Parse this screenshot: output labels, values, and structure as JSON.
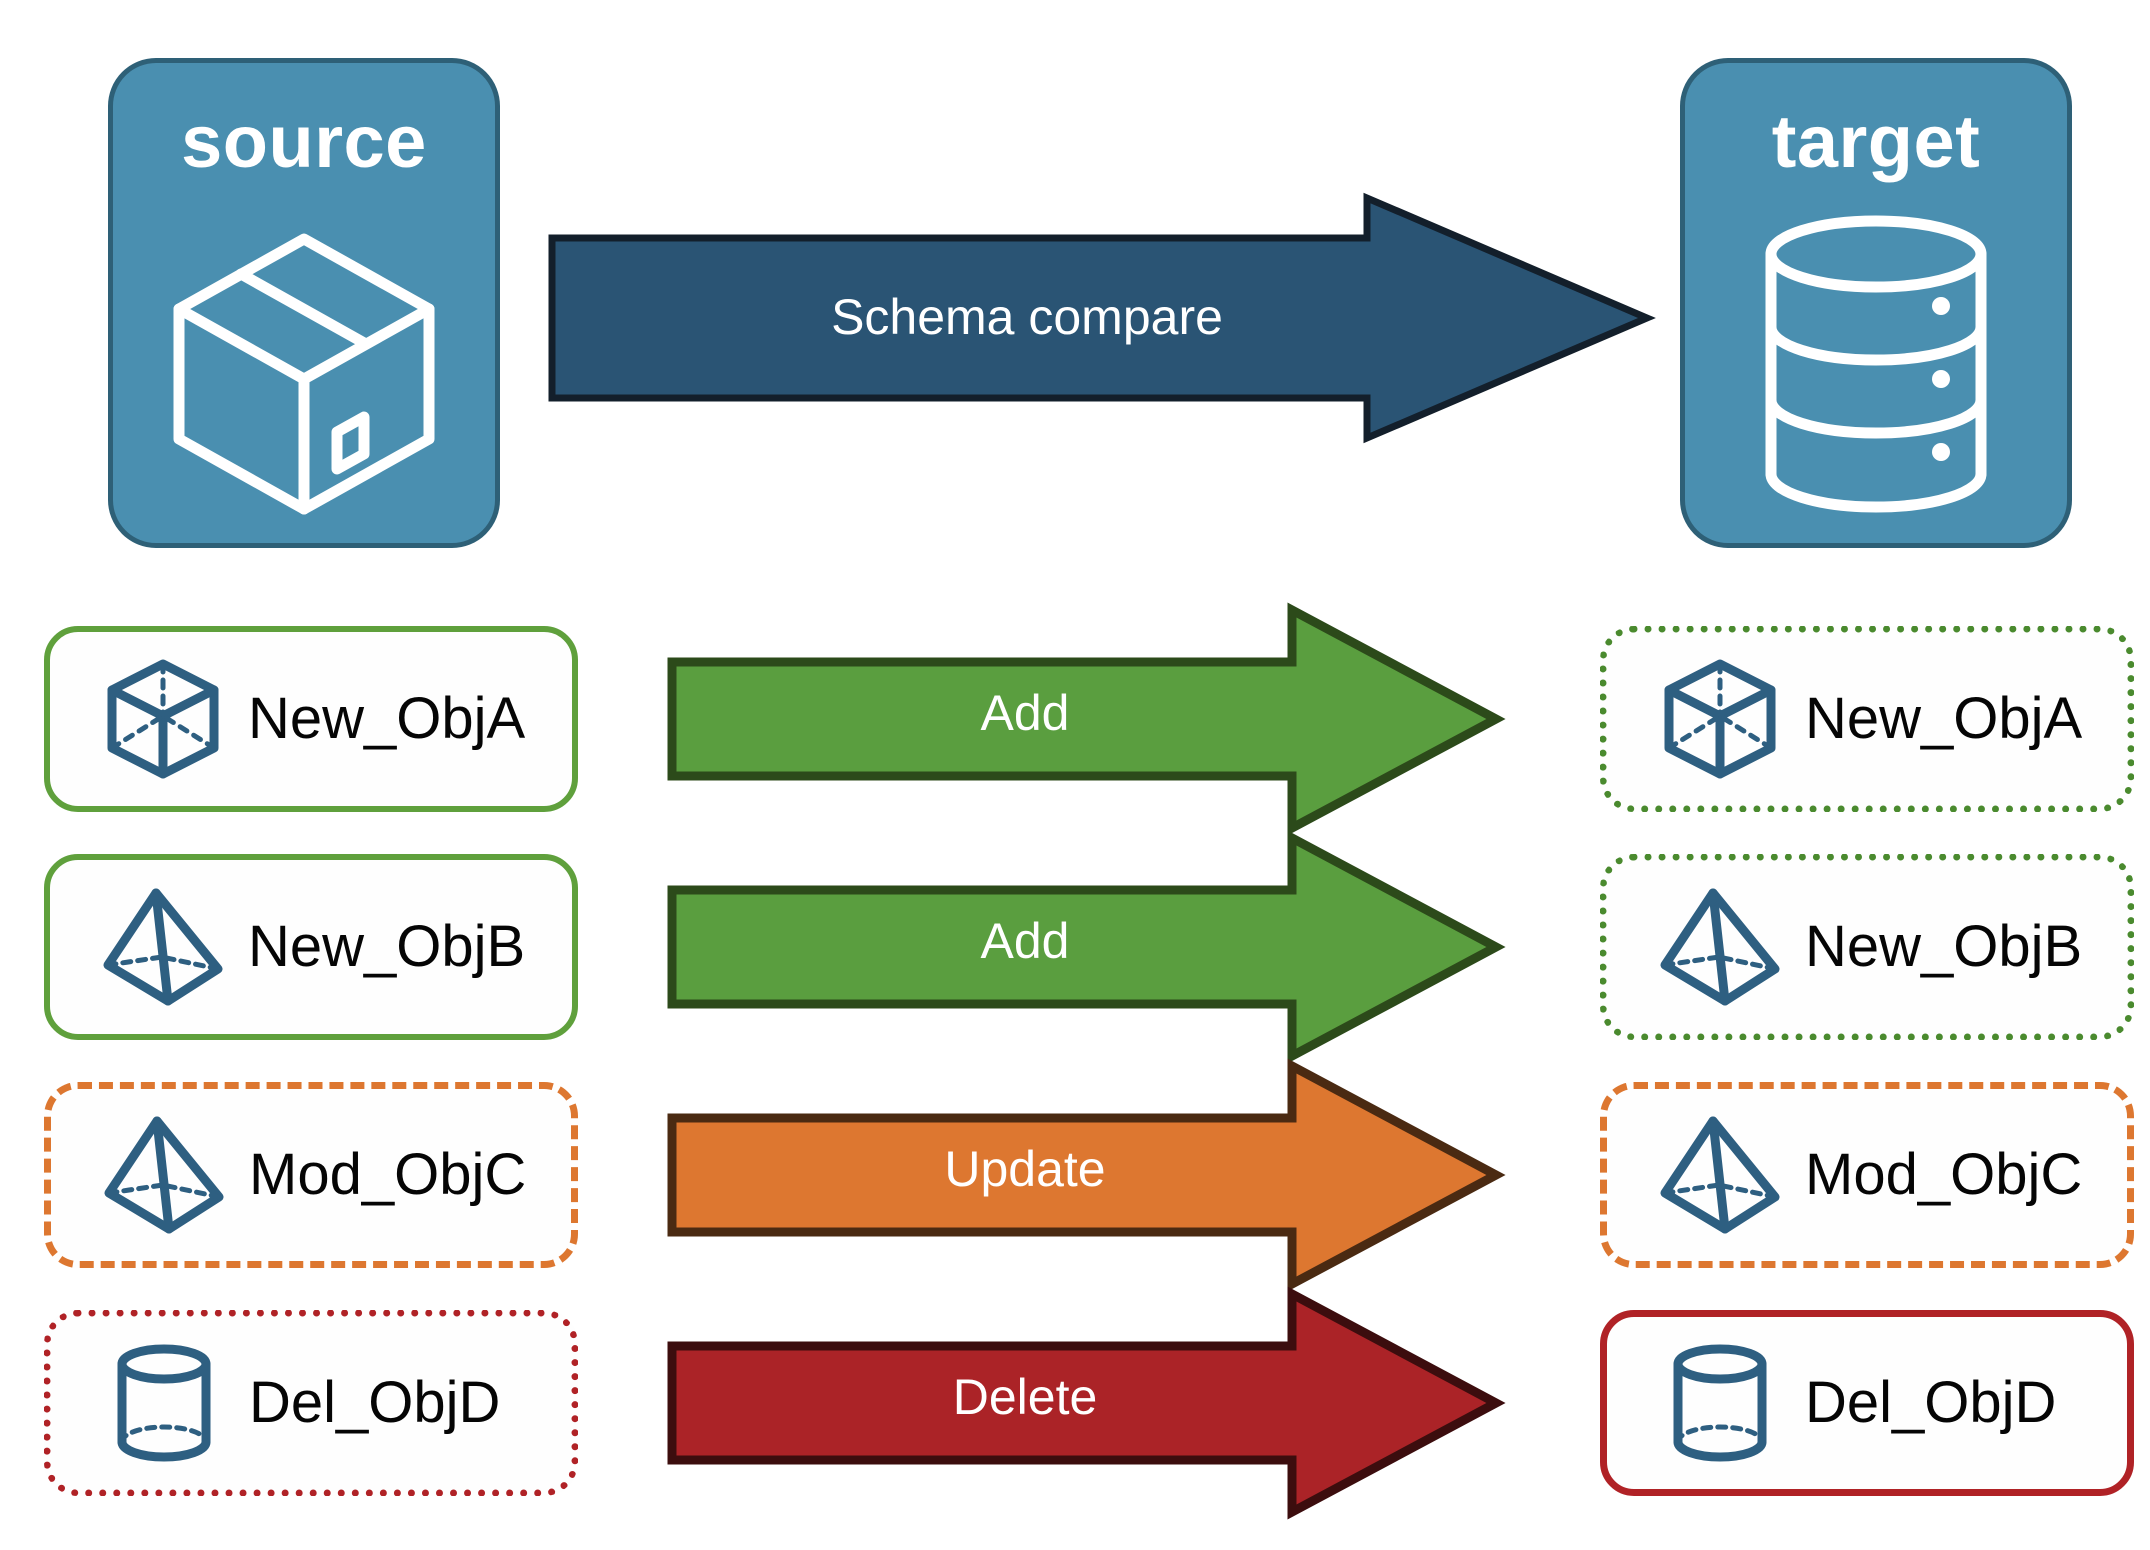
{
  "diagram": {
    "title_hidden": "",
    "endpoints": [
      {
        "id": "source",
        "label": "source",
        "icon": "package-box-icon",
        "fill": "#4a8fb0",
        "stroke": "#2e6077"
      },
      {
        "id": "target",
        "label": "target",
        "icon": "database-cylinder-icon",
        "fill": "#4a8fb0",
        "stroke": "#2e6077"
      }
    ],
    "main_arrow": {
      "label": "Schema compare",
      "fill": "#2a5474",
      "stroke": "#131f2b",
      "text_color": "#ffffff",
      "direction": "right"
    },
    "rows": [
      {
        "action": "Add",
        "arrow_fill": "#5a9e3f",
        "arrow_stroke": "#2c4a1a",
        "arrow_text_color": "#ffffff",
        "source": {
          "label": "New_ObjA",
          "icon": "wireframe-cube-icon",
          "border_style": "solid",
          "border_color": "#5fa03c"
        },
        "target": {
          "label": "New_ObjA",
          "icon": "wireframe-cube-icon",
          "border_style": "dotted",
          "border_color": "#4a8a2e"
        }
      },
      {
        "action": "Add",
        "arrow_fill": "#5a9e3f",
        "arrow_stroke": "#2c4a1a",
        "arrow_text_color": "#ffffff",
        "source": {
          "label": "New_ObjB",
          "icon": "wireframe-pyramid-icon",
          "border_style": "solid",
          "border_color": "#5fa03c"
        },
        "target": {
          "label": "New_ObjB",
          "icon": "wireframe-pyramid-icon",
          "border_style": "dotted",
          "border_color": "#4a8a2e"
        }
      },
      {
        "action": "Update",
        "arrow_fill": "#dd7730",
        "arrow_stroke": "#4a2a12",
        "arrow_text_color": "#ffffff",
        "source": {
          "label": "Mod_ObjC",
          "icon": "wireframe-pyramid-icon",
          "border_style": "dashed",
          "border_color": "#dd7730"
        },
        "target": {
          "label": "Mod_ObjC",
          "icon": "wireframe-pyramid-icon",
          "border_style": "dashed",
          "border_color": "#dd7730"
        }
      },
      {
        "action": "Delete",
        "arrow_fill": "#ab2327",
        "arrow_stroke": "#3c0d0e",
        "arrow_text_color": "#ffffff",
        "source": {
          "label": "Del_ObjD",
          "icon": "wireframe-cylinder-icon",
          "border_style": "dotted",
          "border_color": "#b02226"
        },
        "target": {
          "label": "Del_ObjD",
          "icon": "wireframe-cylinder-icon",
          "border_style": "solid",
          "border_color": "#b02226"
        }
      }
    ],
    "colors": {
      "endpoint_fill": "#4a8fb0",
      "endpoint_stroke": "#2e6077",
      "object_icon": "#2e5f81",
      "background": "#ffffff",
      "label_text": "#050505"
    }
  }
}
